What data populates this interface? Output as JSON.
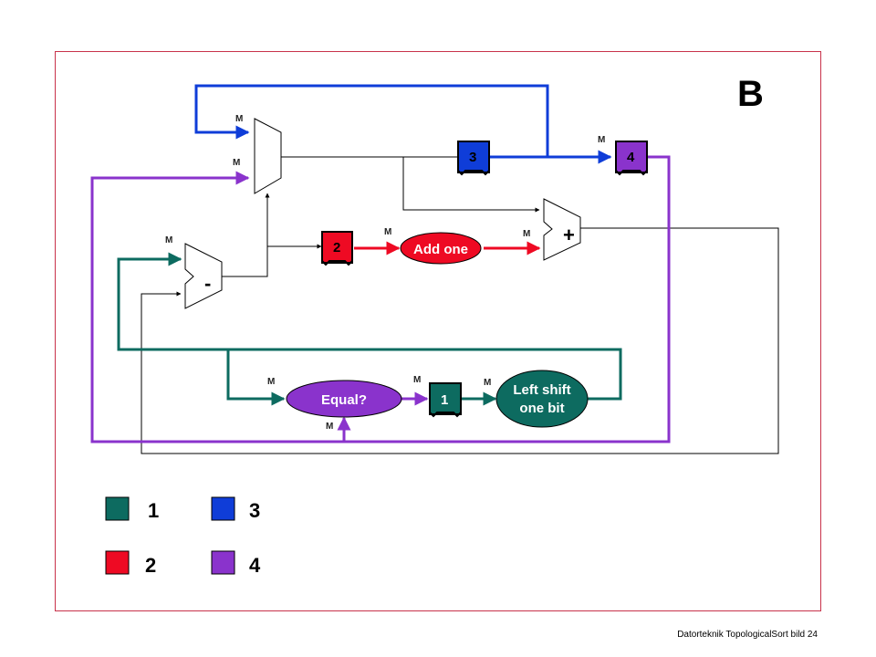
{
  "title": "B",
  "footer": "Datorteknik TopologicalSort bild 24",
  "colors": {
    "teal": "#0d6b60",
    "red": "#ee0a23",
    "blue": "#0f3dd8",
    "purple": "#8a33cc",
    "frame": "#c8324a"
  },
  "mux_label": "M",
  "registers": {
    "r1": "1",
    "r2": "2",
    "r3": "3",
    "r4": "4"
  },
  "ops": {
    "add_one": "Add one",
    "equal": "Equal?",
    "shift_line1": "Left shift",
    "shift_line2": "one bit"
  },
  "alu_symbols": {
    "minus": "-",
    "plus": "+"
  },
  "legend": [
    {
      "label": "1",
      "color": "teal"
    },
    {
      "label": "2",
      "color": "red"
    },
    {
      "label": "3",
      "color": "blue"
    },
    {
      "label": "4",
      "color": "purple"
    }
  ]
}
